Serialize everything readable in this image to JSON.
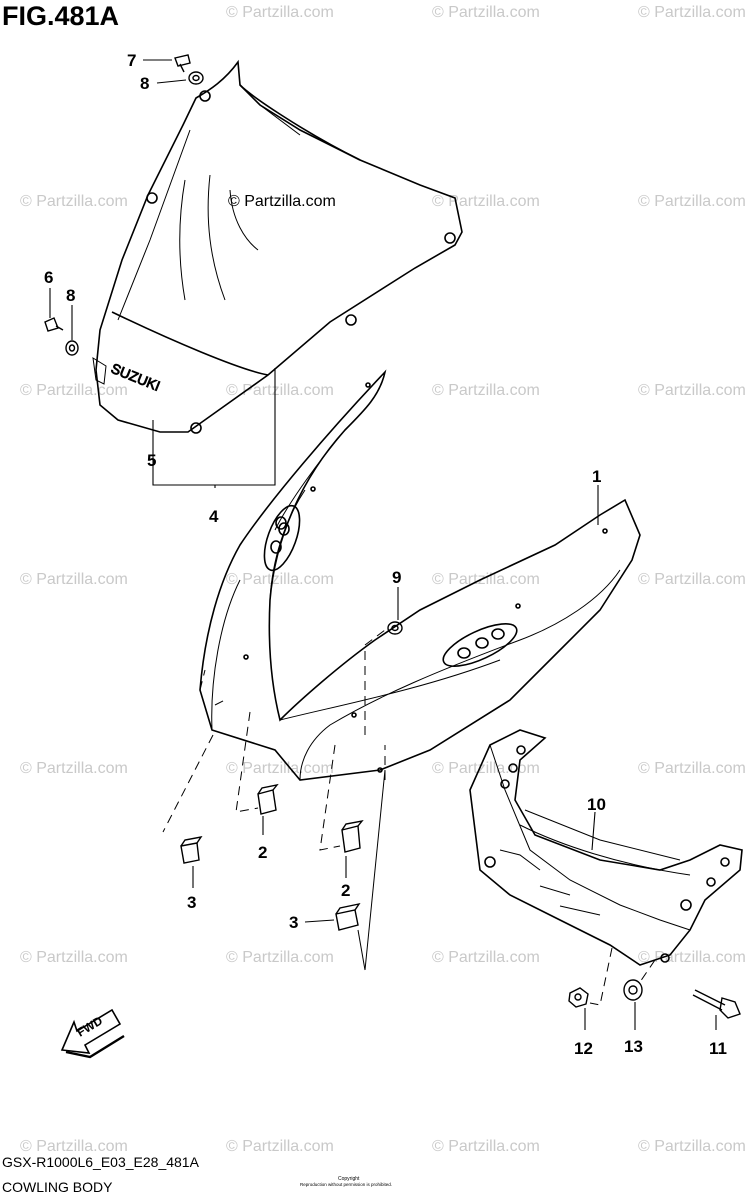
{
  "header": {
    "figure_title": "FIG.481A"
  },
  "watermark": {
    "text": "© Partzilla.com",
    "center_text": "© Partzilla.com"
  },
  "windscreen": {
    "brand": "SUZUKI"
  },
  "fwd_label": "FWD",
  "callouts": [
    "1",
    "2",
    "2",
    "3",
    "3",
    "4",
    "5",
    "6",
    "7",
    "8",
    "8",
    "9",
    "10",
    "11",
    "12",
    "13"
  ],
  "footer": {
    "model_code": "GSX-R1000L6_E03_E28_481A",
    "section_name": "COWLING BODY",
    "copyright_small": "Copyright",
    "copyright_fine": "Reproduction without permission is prohibited."
  }
}
